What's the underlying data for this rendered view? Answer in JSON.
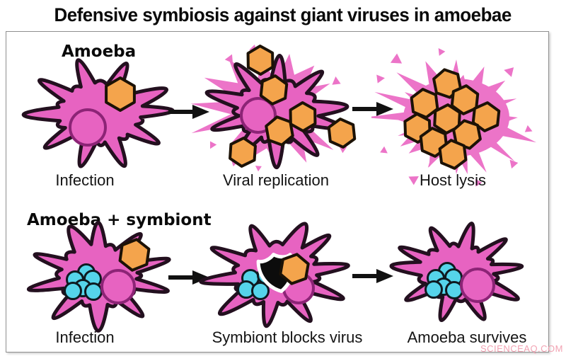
{
  "title": "Defensive symbiosis against giant viruses in amoebae",
  "watermark": "SCIENCEAQ.COM",
  "rows": [
    {
      "label": "Amoeba",
      "captions": [
        "Infection",
        "Viral replication",
        "Host lysis"
      ]
    },
    {
      "label": "Amoeba + symbiont",
      "captions": [
        "Infection",
        "Symbiont blocks virus",
        "Amoeba survives"
      ]
    }
  ],
  "colors": {
    "amoeba_pink": "#e763c1",
    "splash_pink": "#ec74c8",
    "membrane_outline": "#23101f",
    "nucleus_outline": "#8c2476",
    "virus_orange": "#f4a44c",
    "virus_outline": "#1c1206",
    "symbiont_cyan": "#55d4ea",
    "symbiont_outline": "#0e1a20",
    "shield_black": "#0c0c0c",
    "shield_outline": "#ffffff",
    "arrow_black": "#111111",
    "watermark_pink": "#f2a3b3"
  }
}
